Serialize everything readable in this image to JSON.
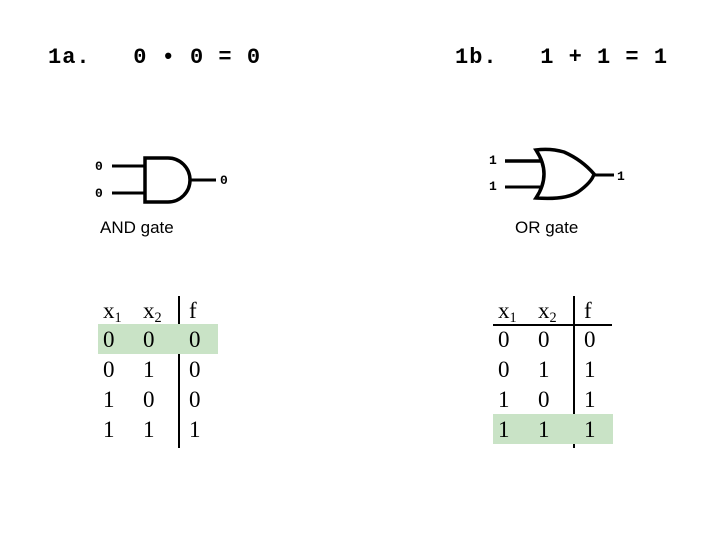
{
  "slide": {
    "background": "#ffffff",
    "ink": "#000000",
    "highlight_color": "#c9e3c6"
  },
  "headings": [
    {
      "id": "1a",
      "text": "1a.   0 • 0 = 0"
    },
    {
      "id": "1b",
      "text": "1b.   1 + 1 = 1"
    }
  ],
  "gates": {
    "and": {
      "caption": "AND gate",
      "icon": "and-gate-icon",
      "inputs": [
        "0",
        "0"
      ],
      "output": "0"
    },
    "or": {
      "caption": "OR gate",
      "icon": "or-gate-icon",
      "inputs": [
        "1",
        "1"
      ],
      "output": "1"
    }
  },
  "tables": {
    "and": {
      "headers": {
        "x1": "x",
        "x1sub": "1",
        "x2": "x",
        "x2sub": "2",
        "f": "f"
      },
      "rows": [
        {
          "x1": "0",
          "x2": "0",
          "f": "0",
          "highlight": true
        },
        {
          "x1": "0",
          "x2": "1",
          "f": "0",
          "highlight": false
        },
        {
          "x1": "1",
          "x2": "0",
          "f": "0",
          "highlight": false
        },
        {
          "x1": "1",
          "x2": "1",
          "f": "1",
          "highlight": false
        }
      ]
    },
    "or": {
      "headers": {
        "x1": "x",
        "x1sub": "1",
        "x2": "x",
        "x2sub": "2",
        "f": "f"
      },
      "rows": [
        {
          "x1": "0",
          "x2": "0",
          "f": "0",
          "highlight": false
        },
        {
          "x1": "0",
          "x2": "1",
          "f": "1",
          "highlight": false
        },
        {
          "x1": "1",
          "x2": "0",
          "f": "1",
          "highlight": false
        },
        {
          "x1": "1",
          "x2": "1",
          "f": "1",
          "highlight": true
        }
      ]
    }
  }
}
